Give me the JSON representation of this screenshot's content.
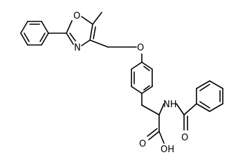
{
  "molecule": {
    "atom_labels": {
      "oxazole_O": "O",
      "oxazole_N": "N",
      "ether_O": "O",
      "amide_NH": "NH",
      "amide_O": "O",
      "acid_O": "O",
      "acid_OH": "OH"
    }
  }
}
